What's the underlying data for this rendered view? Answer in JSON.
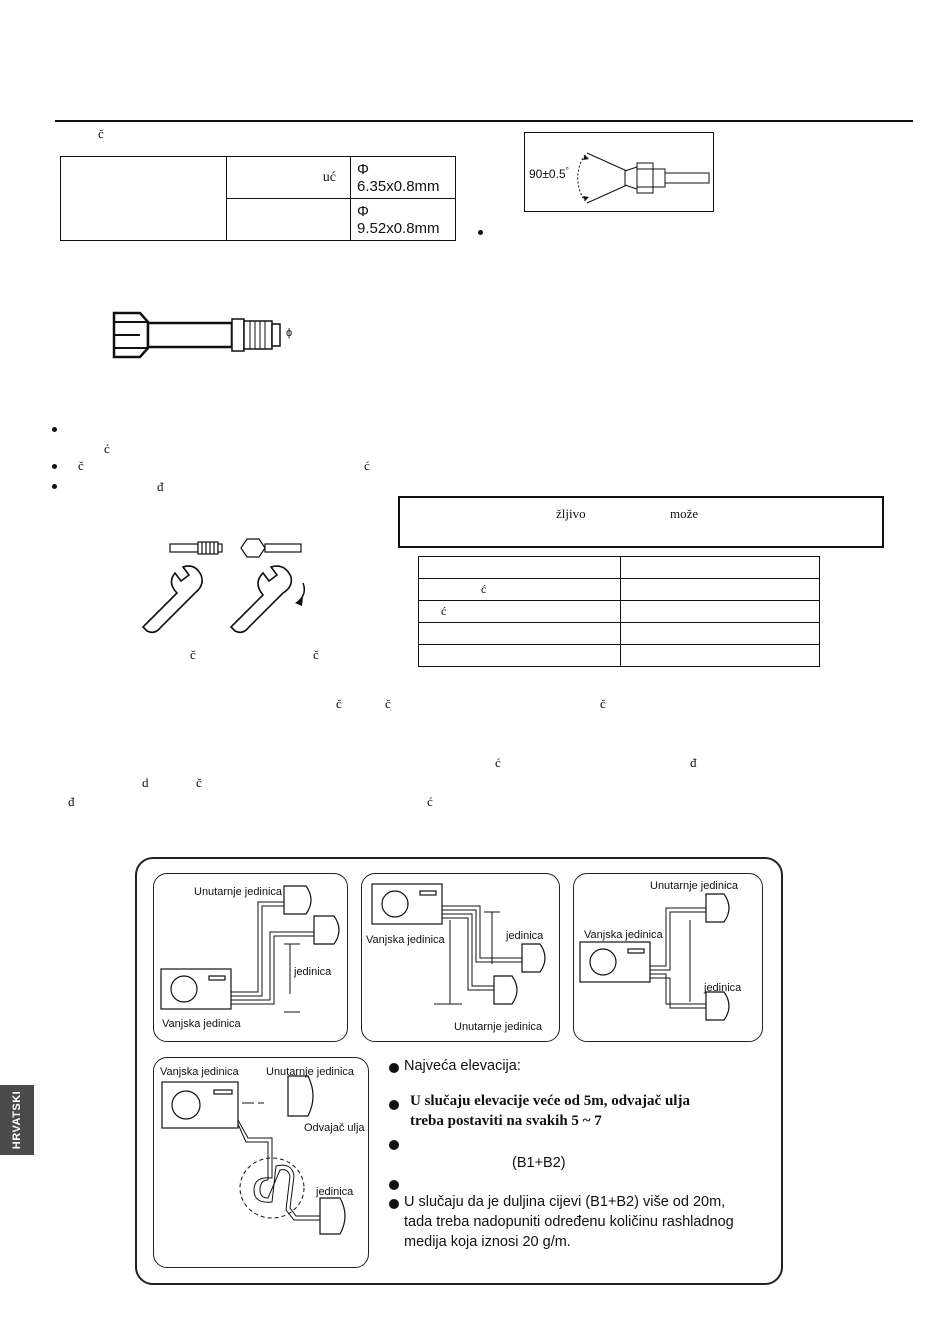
{
  "header": {
    "frag_c": "č"
  },
  "pipe_table": {
    "row1_label": "uć",
    "row1_value": "6.35x0.8mm",
    "row2_value": "9.52x0.8mm",
    "phi": "Φ"
  },
  "flare_figure": {
    "angle_label": "90±0.5",
    "angle_degree": "°"
  },
  "flare_nut_figure": {
    "phi": "ϕ"
  },
  "bullet_frags": [
    "ć",
    "č",
    "ć",
    "đ"
  ],
  "warning_box": {
    "frag1": "žljivo",
    "frag2": "može"
  },
  "torque_table": {
    "rows": [
      [
        "",
        ""
      ],
      [
        "ć",
        ""
      ],
      [
        "ć",
        ""
      ],
      [
        "",
        ""
      ],
      [
        "",
        ""
      ]
    ]
  },
  "wrench_figure": {
    "caption_left": "č",
    "caption_right": "č"
  },
  "para_frags": [
    "č",
    "č",
    "č",
    "ć",
    "đ",
    "d",
    "č",
    "đ",
    "ć"
  ],
  "diagram": {
    "p1": {
      "indoor": "Unutarnje jedinica",
      "height": "jedinica",
      "outdoor": "Vanjska jedinica"
    },
    "p2": {
      "outdoor": "Vanjska jedinica",
      "height": "jedinica",
      "indoor": "Unutarnje jedinica"
    },
    "p3": {
      "indoor": "Unutarnje jedinica",
      "outdoor": "Vanjska jedinica",
      "height": "jedinica"
    },
    "p4": {
      "outdoor": "Vanjska jedinica",
      "indoor": "Unutarnje jedinica",
      "separator": "Odvajač ulja",
      "height": "jedinica"
    }
  },
  "notes": {
    "n1": "Najveća elevacija:",
    "n2a": "U slučaju elevacije veće od 5m, odvajač ulja",
    "n2b": "treba postaviti na svakih 5 ~ 7",
    "n3": "",
    "n4": "(B1+B2)",
    "n5": "",
    "n6a": "U slučaju da je duljina cijevi (B1+B2) više od 20m,",
    "n6b": "tada treba nadopuniti određenu količinu rashladnog",
    "n6c": "medija koja iznosi 20 g/m."
  },
  "side_tab": {
    "label": "HRVATSKI"
  }
}
